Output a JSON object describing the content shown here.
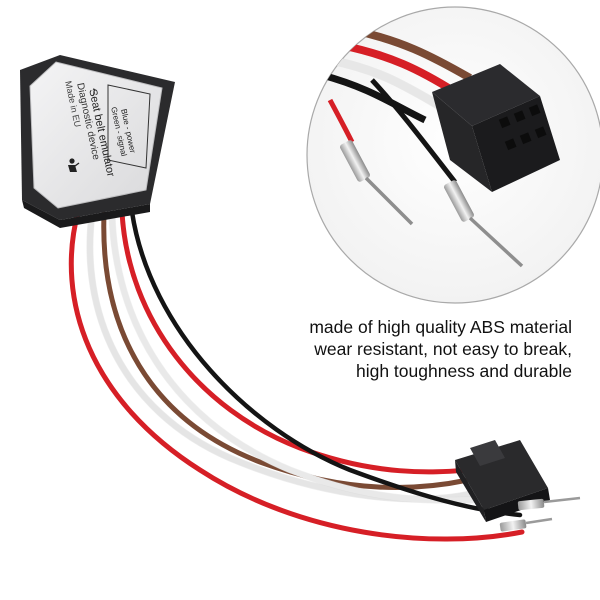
{
  "module": {
    "title": "Seat belt emulator",
    "subtitle": "Diagnostic device",
    "origin": "Made in EU",
    "legend_blue": "Blue - power",
    "legend_green": "Green - signal",
    "arrow_icon": "arrow-left-icon",
    "seat_icon": "seat-person-icon"
  },
  "caption": {
    "line1": "made of high quality ABS material",
    "line2": "wear resistant, not easy to break,",
    "line3": "high toughness and durable"
  },
  "colors": {
    "wire_red": "#d61f26",
    "wire_white": "#f4f4f4",
    "wire_brown": "#7a4a34",
    "wire_black": "#141414",
    "connector": "#1d1d1f",
    "module_body": "#e9e9ea",
    "module_base": "#2b2b2d"
  }
}
